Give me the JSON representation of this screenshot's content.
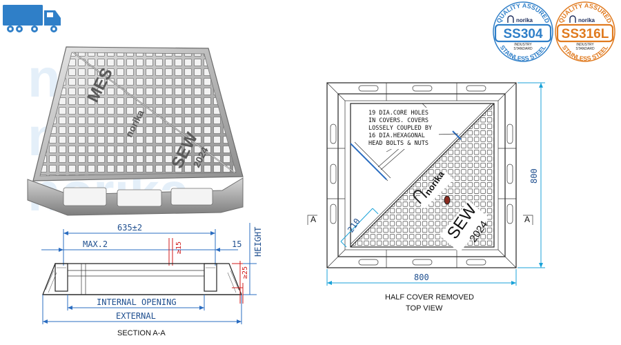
{
  "colors": {
    "dimension_blue": "#2a6cc0",
    "leader_cyan": "#19a2d8",
    "truck_blue": "#2f7fc8",
    "ss304_accent": "#2f7fc8",
    "ss316l_accent": "#e07a1f",
    "red_dimension": "#d01818"
  },
  "icons": {
    "truck": "delivery-truck-icon",
    "norika_logo": "norika-n-logo"
  },
  "badges": [
    {
      "arc_top": "QUALITY ASSURED",
      "brand": "norika",
      "grade": "SS304",
      "line1": "INDUSTRY",
      "line2": "STANDARD",
      "arc_bottom": "STAINLESS STEEL",
      "accent": "#2f7fc8"
    },
    {
      "arc_top": "QUALITY ASSURED",
      "brand": "norika",
      "grade": "SS316L",
      "line1": "INDUSTRY",
      "line2": "STANDARD",
      "arc_bottom": "STAINLESS STEEL",
      "accent": "#e07a1f"
    }
  ],
  "watermark": "norika",
  "photo": {
    "cast_lines": [
      "SEW",
      "2024",
      "norika",
      "MES"
    ]
  },
  "section_view": {
    "width_dim": "635±2",
    "max_dim": "MAX.2",
    "min_15": "≥15",
    "dim_15": "15",
    "height_label": "HEIGHT",
    "min_25": "≥25",
    "internal_opening": "INTERNAL OPENING",
    "external": "EXTERNAL",
    "caption": "SECTION A-A"
  },
  "top_view": {
    "note_lines": [
      "19 DIA.CORE HOLES",
      "IN COVERS. COVERS",
      "LOSSELY COUPLED BY",
      "16 DIA.HEXAGONAL",
      "HEAD BOLTS & NUTS"
    ],
    "brand": "norika",
    "cast_sew": "SEW",
    "cast_year": "2024",
    "dim_210": "210",
    "dim_800_h": "800",
    "dim_800_v": "800",
    "section_left": "A",
    "section_right": "A",
    "caption_line1": "HALF COVER REMOVED",
    "caption_line2": "TOP VIEW"
  }
}
